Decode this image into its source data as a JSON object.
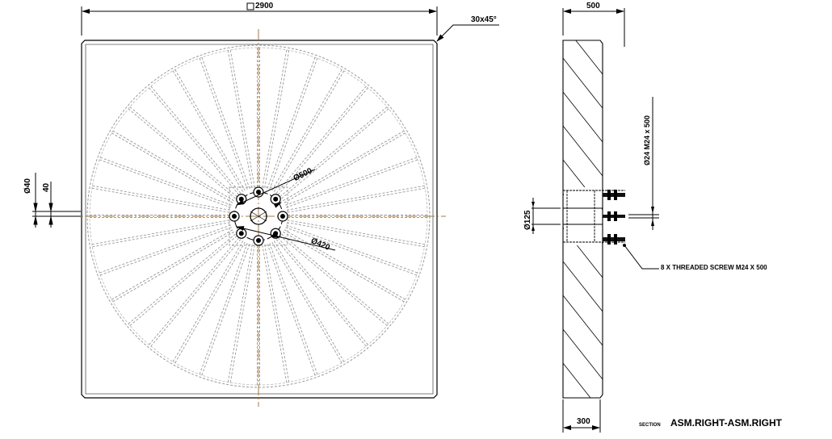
{
  "drawing": {
    "type": "engineering-drawing",
    "colors": {
      "line": "#000000",
      "hidden": "#9a9a9a",
      "centerline": "#a0784a",
      "background": "#ffffff"
    },
    "front_view": {
      "overall_dim": "2900",
      "overall_dim_symbol": "square",
      "chamfer_note": "30x45°",
      "bolt_circle_dim": "Ø500",
      "inner_circle_dim": "Ø420",
      "left_dim_diameter": "Ø40",
      "left_dim": "40",
      "radial_ribs": 36,
      "bolts": 8
    },
    "section_view": {
      "top_width_dim": "500",
      "bottom_width_dim": "300",
      "bore_dim": "Ø125",
      "screw_dim": "Ø24  M24 x 500",
      "callout": "8 X THREADED SCREW M24 X 500",
      "title_prefix": "SECTION",
      "title": "ASM.RIGHT-ASM.RIGHT"
    }
  }
}
